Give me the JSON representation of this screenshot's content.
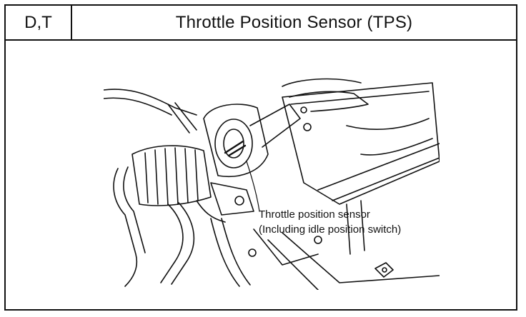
{
  "header": {
    "code": "D,T",
    "title": "Throttle Position Sensor (TPS)"
  },
  "illustration": {
    "callout_line1": "Throttle position sensor",
    "callout_line2": "(Including idle position switch)"
  }
}
